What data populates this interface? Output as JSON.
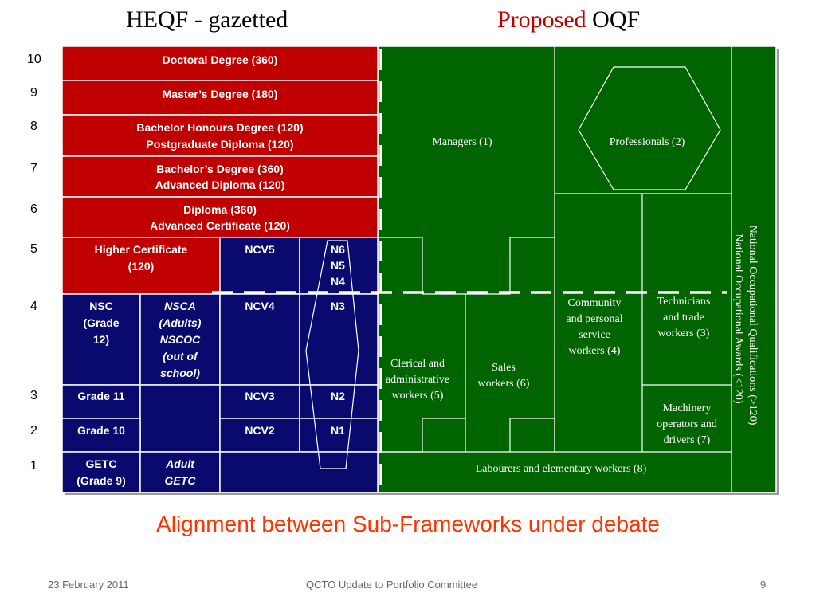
{
  "title_left": "HEQF - gazetted",
  "title_right_red": "Proposed",
  "title_right_black": "OQF",
  "levels": [
    "10",
    "9",
    "8",
    "7",
    "6",
    "5",
    "4",
    "3",
    "2",
    "1"
  ],
  "heqf": {
    "doctoral": "Doctoral Degree (360)",
    "masters": "Master’s Degree (180)",
    "honours_1": "Bachelor Honours Degree (120)",
    "honours_2": "Postgraduate Diploma (120)",
    "bachelor_1": "Bachelor’s Degree (360)",
    "bachelor_2": "Advanced Diploma (120)",
    "diploma_1": "Diploma (360)",
    "diploma_2": "Advanced Certificate (120)",
    "higher_cert_1": "Higher Certificate",
    "higher_cert_2": "(120)"
  },
  "gfet": {
    "ncv5": "NCV5",
    "n6": "N6",
    "n5": "N5",
    "n4": "N4",
    "nsc_1": "NSC",
    "nsc_2": "(Grade",
    "nsc_3": "12)",
    "nsca_1": "NSCA",
    "nsca_2": "(Adults)",
    "nsca_3": "NSCOC",
    "nsca_4": "(out of",
    "nsca_5": "school)",
    "ncv4": "NCV4",
    "n3": "N3",
    "grade11": "Grade 11",
    "ncv3": "NCV3",
    "n2": "N2",
    "grade10": "Grade 10",
    "ncv2": "NCV2",
    "n1": "N1",
    "getc_1": "GETC",
    "getc_2": "(Grade 9)",
    "adult_1": "Adult",
    "adult_2": "GETC"
  },
  "oqf": {
    "managers": "Managers (1)",
    "professionals": "Professionals (2)",
    "community_1": "Community",
    "community_2": "and personal",
    "community_3": "service",
    "community_4": "workers  (4)",
    "technicians_1": "Technicians",
    "technicians_2": "and trade",
    "technicians_3": "workers (3)",
    "clerical_1": "Clerical and",
    "clerical_2": "administrative",
    "clerical_3": "workers (5)",
    "sales_1": "Sales",
    "sales_2": "workers (6)",
    "machinery_1": "Machinery",
    "machinery_2": "operators and",
    "machinery_3": "drivers (7)",
    "labourers": "Labourers and elementary workers (8)",
    "vertical_1": "National Occupational Qualifications (>120)",
    "vertical_2": "National  Occupational Awards (<120)"
  },
  "subtitle": "Alignment between Sub-Frameworks under debate",
  "footer": {
    "date": "23 February 2011",
    "center": "QCTO Update to Portfolio Committee",
    "page": "9"
  },
  "colors": {
    "heqf_red": "#c00000",
    "gfet_navy": "#0a0a6e",
    "oqf_green": "#006400",
    "subtitle_red": "#ff3300"
  }
}
